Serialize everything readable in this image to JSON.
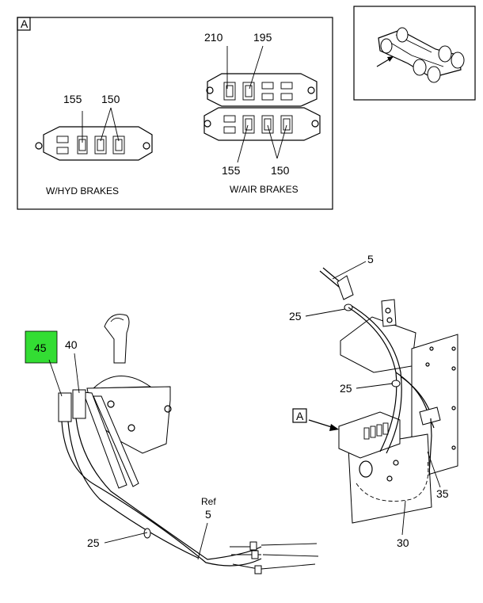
{
  "detail_a": {
    "tag": "A",
    "hyd": {
      "caption": "W/HYD BRAKES",
      "callout_155": "155",
      "callout_150": "150"
    },
    "air": {
      "caption": "W/AIR BRAKES",
      "callout_210": "210",
      "callout_195": "195",
      "callout_155": "155",
      "callout_150": "150"
    }
  },
  "main": {
    "callout_45": "45",
    "callout_40": "40",
    "callout_5_top": "5",
    "callout_25_a": "25",
    "callout_25_b": "25",
    "callout_ref": "Ref",
    "callout_5_ref": "5",
    "callout_25_c": "25",
    "callout_35": "35",
    "callout_30": "30",
    "view_tag": "A"
  },
  "colors": {
    "highlight": "#33dd33",
    "ink": "#000000",
    "background": "#ffffff"
  }
}
